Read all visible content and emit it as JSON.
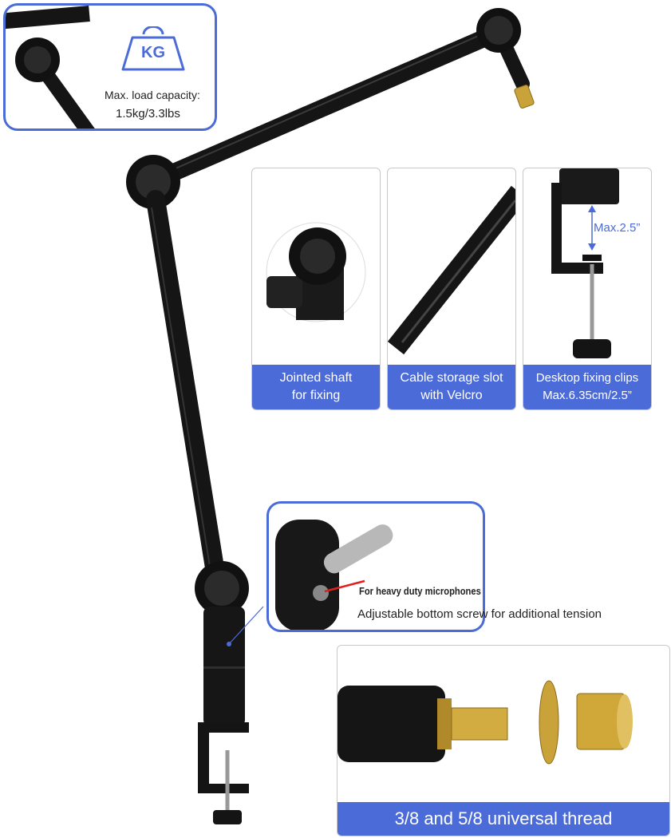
{
  "load": {
    "icon_text": "KG",
    "title": "Max. load capacity:",
    "value": "1.5kg/3.3lbs"
  },
  "features": [
    {
      "caption_line1": "Jointed shaft",
      "caption_line2": "for fixing"
    },
    {
      "caption_line1": "Cable storage slot",
      "caption_line2": "with Velcro"
    },
    {
      "caption_line1": "Desktop fixing clips",
      "caption_line2": "Max.6.35cm/2.5”"
    }
  ],
  "clamp_dimension": "Max.2.5”",
  "screw": {
    "callout": "For heavy duty microphones",
    "description": "Adjustable bottom screw for additional tension"
  },
  "thread": {
    "caption": "3/8 and 5/8 universal thread"
  },
  "colors": {
    "accent": "#4b6bd8",
    "arm": "#141414",
    "brass": "#c9a33a",
    "callout_arrow": "#e0201e"
  }
}
